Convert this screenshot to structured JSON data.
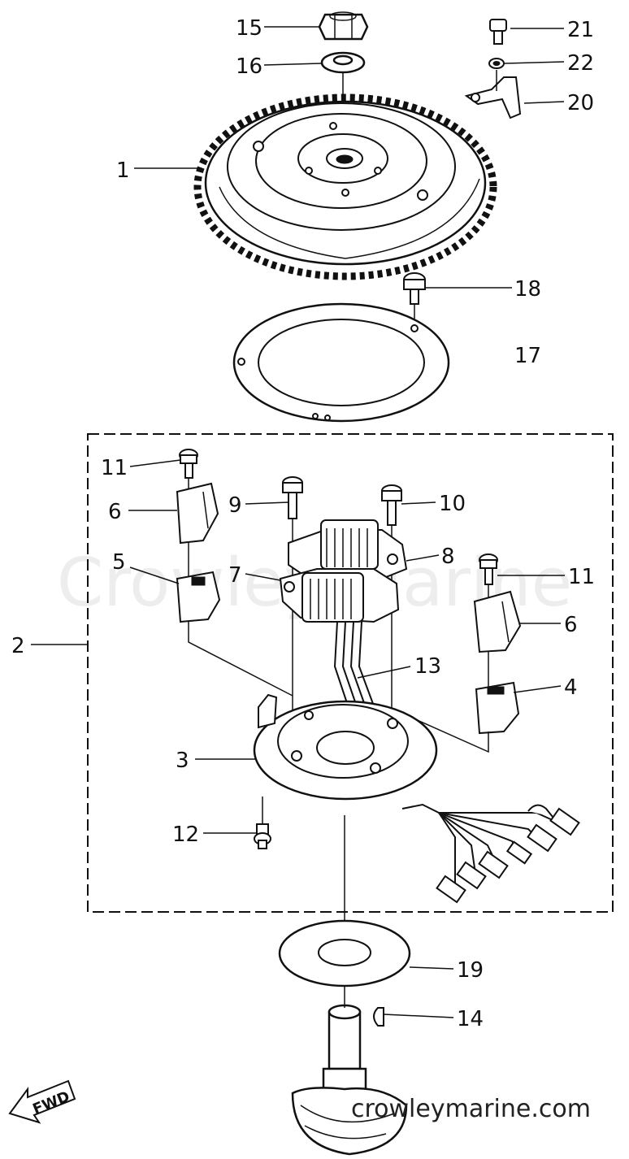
{
  "diagram": {
    "watermark": "Crowley Marine",
    "site_label": "crowleymarine.com",
    "direction_label": "FWD",
    "callouts": {
      "c1": "1",
      "c2": "2",
      "c3": "3",
      "c4": "4",
      "c5": "5",
      "c6a": "6",
      "c6b": "6",
      "c7": "7",
      "c8": "8",
      "c9": "9",
      "c10": "10",
      "c11a": "11",
      "c11b": "11",
      "c12": "12",
      "c13": "13",
      "c14": "14",
      "c15": "15",
      "c16": "16",
      "c17": "17",
      "c18": "18",
      "c19": "19",
      "c20": "20",
      "c21": "21",
      "c22": "22"
    }
  }
}
